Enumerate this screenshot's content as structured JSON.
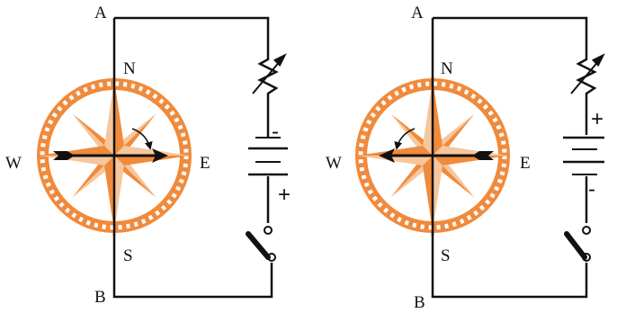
{
  "colors": {
    "wire": "#111111",
    "rose_orange": "#F08A3C",
    "rose_light": "#F6C79C",
    "ring_dash": "#FFFFFF",
    "needle": "#111111"
  },
  "left_circuit": {
    "top_label": "A",
    "bottom_label": "B",
    "compass": {
      "north": "N",
      "south": "S",
      "east": "E",
      "west": "W",
      "needle_direction": "east"
    },
    "battery_top_sign": "-",
    "battery_bottom_sign": "+"
  },
  "right_circuit": {
    "top_label": "A",
    "bottom_label": "B",
    "compass": {
      "north": "N",
      "south": "S",
      "east": "E",
      "west": "W",
      "needle_direction": "west"
    },
    "battery_top_sign": "+",
    "battery_bottom_sign": "-"
  }
}
